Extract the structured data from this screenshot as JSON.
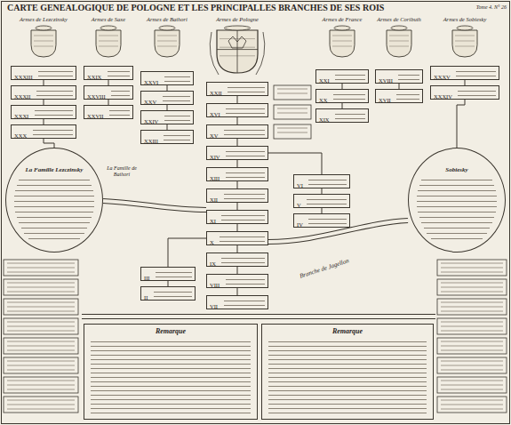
{
  "diagram": {
    "title": "CARTE GENEALOGIQUE DE POLOGNE ET LES PRINCIPALLES BRANCHES DE SES ROIS",
    "nodes": [
      {
        "text": [
          "XXXIII"
        ]
      },
      {
        "text": [
          "XXXII"
        ]
      },
      {
        "text": [
          "XXXI"
        ]
      },
      {
        "text": [
          "XXX"
        ]
      },
      {
        "text": [
          "XXIX"
        ]
      },
      {
        "text": [
          "XXVIII"
        ]
      },
      {
        "text": [
          "XXVII"
        ]
      },
      {
        "text": [
          "XXVI"
        ]
      },
      {
        "text": [
          "XXV"
        ]
      },
      {
        "text": [
          "XXIV"
        ]
      },
      {
        "text": [
          "XXIII"
        ]
      },
      {
        "text": [
          "XXII"
        ]
      },
      {
        "text": [
          "XVI"
        ]
      },
      {
        "text": [
          "XV"
        ]
      },
      {
        "text": [
          "XIV"
        ]
      },
      {
        "text": [
          "XIII"
        ]
      },
      {
        "text": [
          "XII"
        ]
      },
      {
        "text": [
          "XI"
        ]
      },
      {
        "text": [
          "X"
        ]
      },
      {
        "text": [
          "IX"
        ]
      },
      {
        "text": [
          "VIII"
        ]
      },
      {
        "text": [
          "VII"
        ]
      },
      {
        "text": [
          "XXI"
        ]
      },
      {
        "text": [
          "XX"
        ]
      },
      {
        "text": [
          "XIX"
        ]
      },
      {
        "text": [
          "XVIII"
        ]
      },
      {
        "text": [
          "XVII"
        ]
      },
      {
        "text": [
          "XXXV"
        ]
      },
      {
        "text": [
          "XXXIV"
        ]
      },
      {
        "text": [
          "VI"
        ]
      },
      {
        "text": [
          "V"
        ]
      },
      {
        "text": [
          "IV"
        ]
      },
      {
        "text": [
          "III"
        ]
      },
      {
        "text": [
          "II"
        ]
      },
      {
        "text": [
          "La Famille Lezczinsky"
        ]
      },
      {
        "text": [
          "Sobiesky"
        ]
      },
      {
        "text": [
          "Remarque"
        ]
      },
      {
        "text": [
          "Remarque"
        ]
      }
    ],
    "edges": [
      {
        "from": 0,
        "to": 1,
        "arrow": "none"
      },
      {
        "from": 1,
        "to": 2,
        "arrow": "none"
      },
      {
        "from": 2,
        "to": 3,
        "arrow": "none"
      },
      {
        "from": 4,
        "to": 5,
        "arrow": "none"
      },
      {
        "from": 5,
        "to": 6,
        "arrow": "none"
      },
      {
        "from": 7,
        "to": 8,
        "arrow": "none"
      },
      {
        "from": 8,
        "to": 9,
        "arrow": "none"
      },
      {
        "from": 9,
        "to": 10,
        "arrow": "none"
      },
      {
        "from": 11,
        "to": 12,
        "arrow": "none"
      },
      {
        "from": 12,
        "to": 13,
        "arrow": "none"
      },
      {
        "from": 13,
        "to": 14,
        "arrow": "none"
      },
      {
        "from": 14,
        "to": 15,
        "arrow": "none"
      },
      {
        "from": 15,
        "to": 16,
        "arrow": "none"
      },
      {
        "from": 16,
        "to": 17,
        "arrow": "none"
      },
      {
        "from": 17,
        "to": 18,
        "arrow": "none"
      },
      {
        "from": 18,
        "to": 19,
        "arrow": "none"
      },
      {
        "from": 19,
        "to": 20,
        "arrow": "none"
      },
      {
        "from": 20,
        "to": 21,
        "arrow": "none"
      },
      {
        "from": 22,
        "to": 23,
        "arrow": "none"
      },
      {
        "from": 23,
        "to": 24,
        "arrow": "none"
      },
      {
        "from": 25,
        "to": 26,
        "arrow": "none"
      },
      {
        "from": 27,
        "to": 28,
        "arrow": "none"
      },
      {
        "from": 29,
        "to": 30,
        "arrow": "none"
      },
      {
        "from": 30,
        "to": 31,
        "arrow": "none"
      },
      {
        "from": 32,
        "to": 33,
        "arrow": "none"
      },
      {
        "from": 14,
        "to": 29,
        "arrow": "none"
      },
      {
        "from": 18,
        "to": 32,
        "arrow": "none"
      },
      {
        "from": 3,
        "to": 34,
        "arrow": "none"
      },
      {
        "from": 28,
        "to": 35,
        "arrow": "none"
      }
    ],
    "labels": [
      "Tome 4. N° 26",
      "Armes de Lezczinsky",
      "Armes de Saxe",
      "Armes de Bathori",
      "Armes de Pologne",
      "Armes de France",
      "Armes de Coributh",
      "Armes de Sobiesky",
      "La Famille de Bathori",
      "Branche de Jagellon"
    ]
  }
}
